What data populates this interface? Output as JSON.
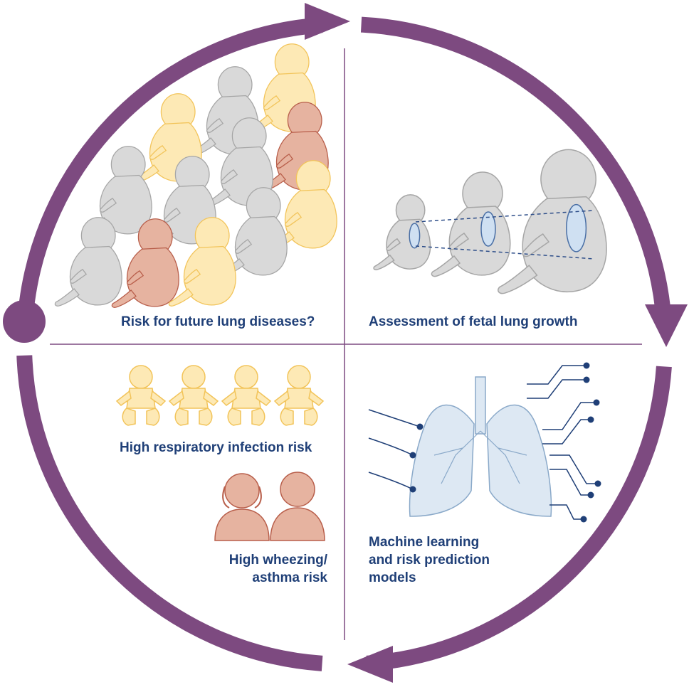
{
  "colors": {
    "cycle": "#7d4a80",
    "divider": "#7d4a80",
    "label": "#1f3f77",
    "fetus_gray_fill": "#d9d9d9",
    "fetus_gray_stroke": "#a6a6a6",
    "yellow_fill": "#fde9b5",
    "yellow_stroke": "#f2c45a",
    "red_fill": "#e6b3a0",
    "red_stroke": "#b85e4a",
    "lung_fill": "#dde8f3",
    "lung_stroke": "#8aa9c9",
    "circuit": "#1f3f77"
  },
  "quadrants": {
    "top_left": {
      "label": "Risk for future lung diseases?"
    },
    "top_right": {
      "label": "Assessment of fetal lung growth"
    },
    "bottom_left": {
      "label_infection": "High respiratory infection risk",
      "label_wheezing": [
        "High wheezing/",
        "asthma risk"
      ]
    },
    "bottom_right": {
      "label": [
        "Machine learning",
        "and risk prediction",
        "models"
      ]
    }
  },
  "icons": {
    "fetus": "fetus-icon",
    "baby": "baby-icon",
    "girl": "child-girl-icon",
    "boy": "child-boy-icon",
    "lungs": "lungs-icon",
    "circuit": "circuit-node-icon"
  }
}
